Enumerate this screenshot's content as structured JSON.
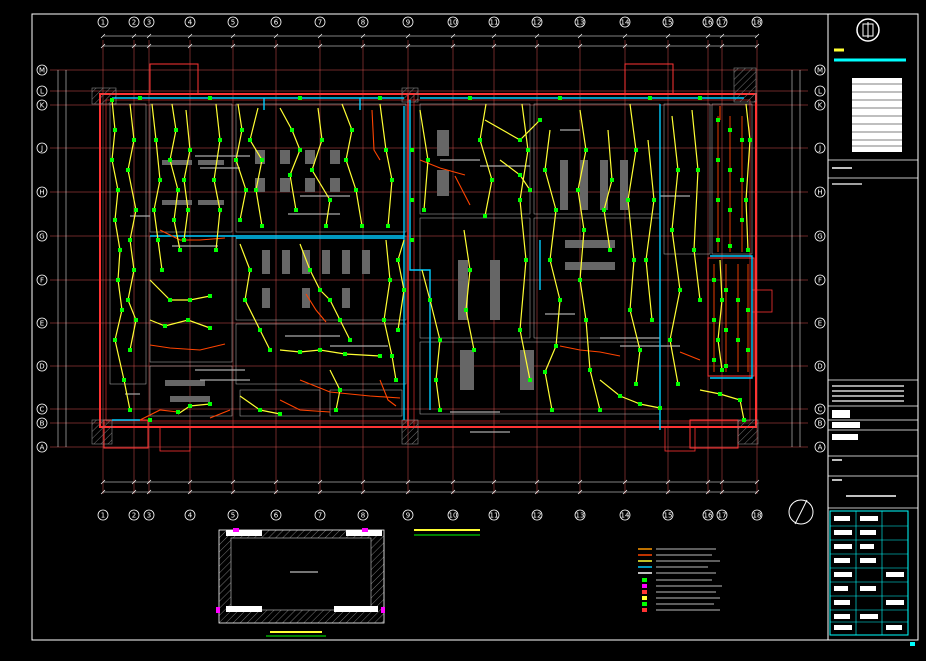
{
  "grid": {
    "columns": [
      "1",
      "2",
      "3",
      "4",
      "5",
      "6",
      "7",
      "8",
      "9",
      "10",
      "11",
      "12",
      "13",
      "14",
      "15",
      "16",
      "17",
      "18"
    ],
    "rows": [
      "M",
      "L",
      "K",
      "J",
      "H",
      "G",
      "F",
      "E",
      "D",
      "C",
      "B",
      "A"
    ]
  },
  "colors": {
    "background": "#000000",
    "frame": "#ffffff",
    "wall": "#ff3333",
    "gridline": "#d9534f",
    "wire_main": "#ffff33",
    "wire_branch": "#ff6600",
    "trunk": "#00ccff",
    "device": "#00ff00",
    "annotation": "#aaaaaa",
    "title_text": "#00ffff",
    "hatch": "#888888",
    "marker": "#ff00ff"
  },
  "icons": {
    "seal": "round-seal-icon",
    "north": "north-arrow-icon"
  }
}
